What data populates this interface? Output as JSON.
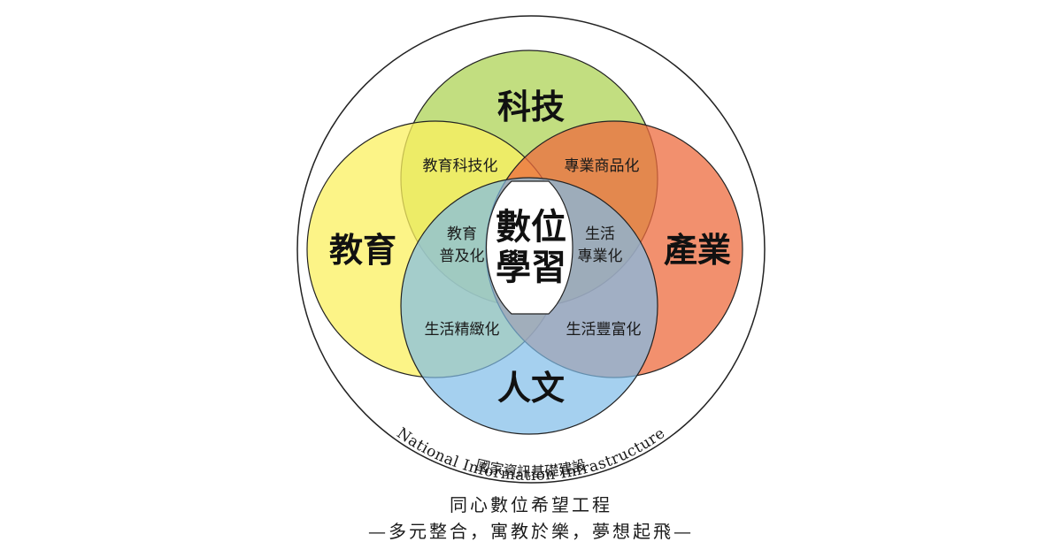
{
  "colors": {
    "technology": "#b7d86a",
    "education": "#fbf05f",
    "industry": "#ee6b3e",
    "humanities": "#7fbce8",
    "center": "#ffffff",
    "outline": "#222222"
  },
  "circles": {
    "technology": "科技",
    "education": "教育",
    "industry": "產業",
    "humanities": "人文"
  },
  "center": {
    "line1": "數位",
    "line2": "學習"
  },
  "overlaps": {
    "edu_tech": "教育科技化",
    "tech_ind": "專業商品化",
    "edu_hum": "生活精緻化",
    "ind_hum": "生活豐富化",
    "inner_left_1": "教育",
    "inner_left_2": "普及化",
    "inner_right_1": "生活",
    "inner_right_2": "專業化"
  },
  "outer_ring": {
    "zh": "國家資訊基礎建設",
    "en": "National Information Infrastructure"
  },
  "slogan": {
    "line1": "同心數位希望工程",
    "line2": "—多元整合，寓教於樂，夢想起飛—"
  }
}
